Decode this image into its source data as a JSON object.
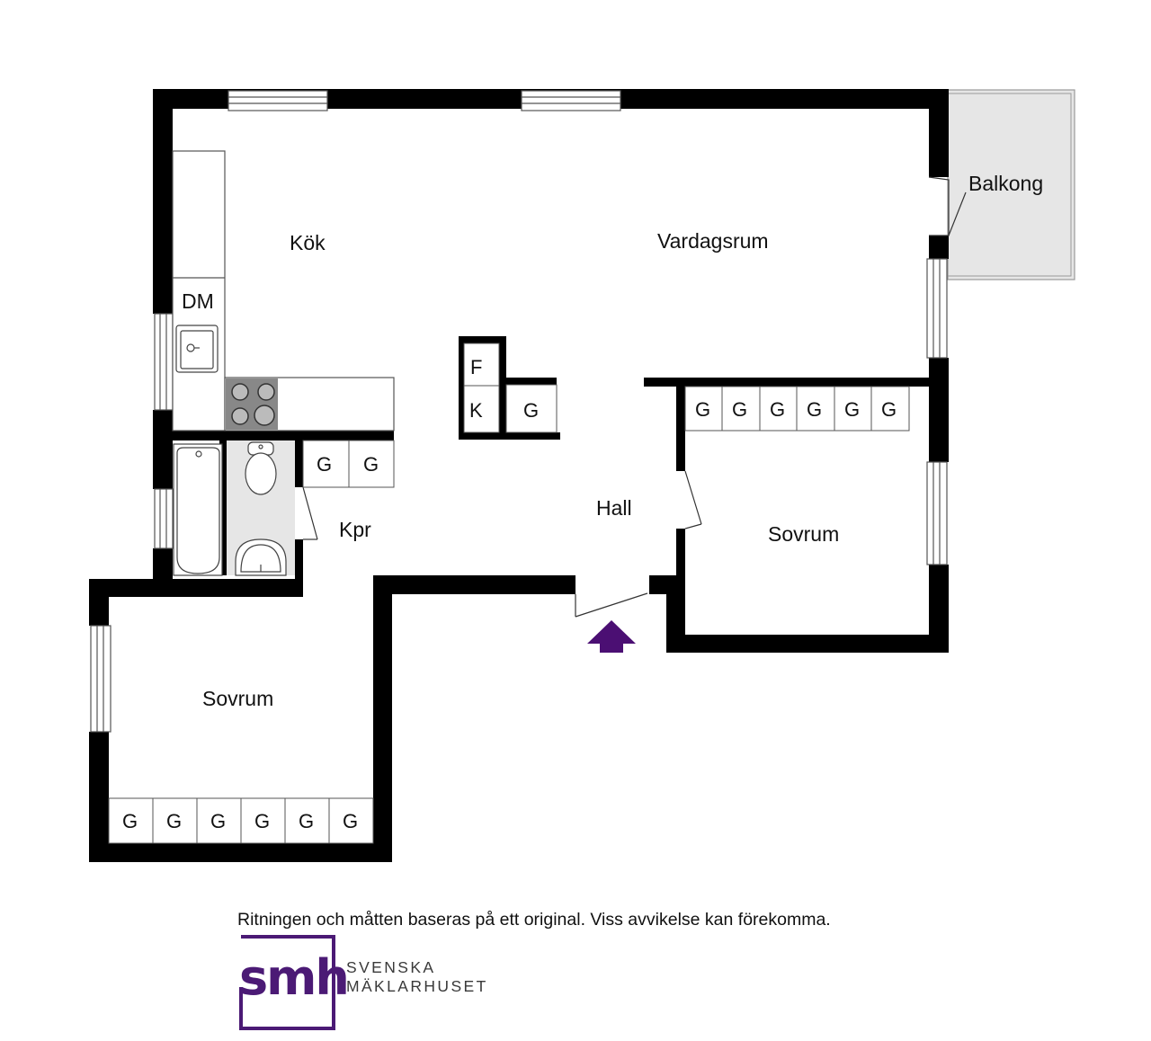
{
  "rooms": {
    "kok": "Kök",
    "vardagsrum": "Vardagsrum",
    "balkong": "Balkong",
    "dm": "DM",
    "kpr": "Kpr",
    "hall": "Hall",
    "sovrum_right": "Sovrum",
    "sovrum_left": "Sovrum"
  },
  "closets": {
    "f": "F",
    "k": "K",
    "g": "G"
  },
  "icons": {
    "entrance": "entrance-arrow-icon",
    "logo": "smh-logo-icon"
  },
  "colors": {
    "wall": "#000000",
    "balcony_fill": "#e6e6e6",
    "bathroom_fill": "#e6e6e6",
    "entrance_arrow": "#4b0f73",
    "logo_purple": "#4b1a75"
  },
  "footer": {
    "disclaimer": "Ritningen och måtten baseras på ett original. Viss avvikelse kan förekomma.",
    "logo_text": "smh",
    "brand_line1": "SVENSKA",
    "brand_line2": "MÄKLARHUSET"
  }
}
